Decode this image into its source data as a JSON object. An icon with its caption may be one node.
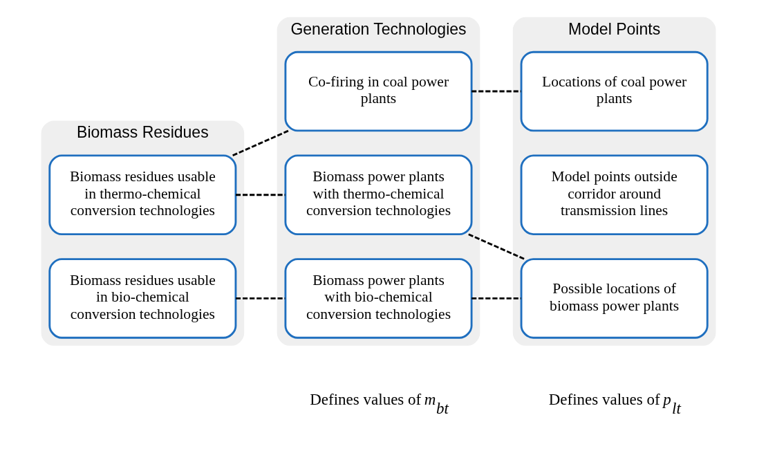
{
  "diagram": {
    "nodes": [
      {
        "text": [
          "Biomass Residues"
        ]
      },
      {
        "text": [
          "Biomass residues usable in thermo-chemical conversion technologies"
        ],
        "in": 0
      },
      {
        "text": [
          "Biomass residues usable in bio-chemical conversion technologies"
        ],
        "in": 0
      },
      {
        "text": [
          "Generation Technologies"
        ]
      },
      {
        "text": [
          "Co-firing in coal power plants"
        ],
        "in": 3
      },
      {
        "text": [
          "Biomass power plants with thermo-chemical conversion technologies"
        ],
        "in": 3
      },
      {
        "text": [
          "Biomass power plants with bio-chemical conversion technologies"
        ],
        "in": 3
      },
      {
        "text": [
          "Model Points"
        ]
      },
      {
        "text": [
          "Locations of coal power plants"
        ],
        "in": 7
      },
      {
        "text": [
          "Possible locations of biomass power plants"
        ],
        "in": 7
      },
      {
        "text": [
          "Model points outside corridor around transmission lines"
        ],
        "in": 7
      }
    ],
    "edges": [
      {
        "from": 1,
        "to": 4,
        "arrow": "none",
        "style": "dashed"
      },
      {
        "from": 1,
        "to": 5,
        "arrow": "none",
        "style": "dashed"
      },
      {
        "from": 2,
        "to": 6,
        "arrow": "none",
        "style": "dashed"
      },
      {
        "from": 4,
        "to": 8,
        "arrow": "none",
        "style": "dashed"
      },
      {
        "from": 5,
        "to": 9,
        "arrow": "none",
        "style": "dashed"
      },
      {
        "from": 6,
        "to": 9,
        "arrow": "none",
        "style": "dashed"
      }
    ],
    "labels": [
      "Defines values of *m*$_{bt}$",
      "Defines values of *p*$_{lt}$"
    ]
  }
}
